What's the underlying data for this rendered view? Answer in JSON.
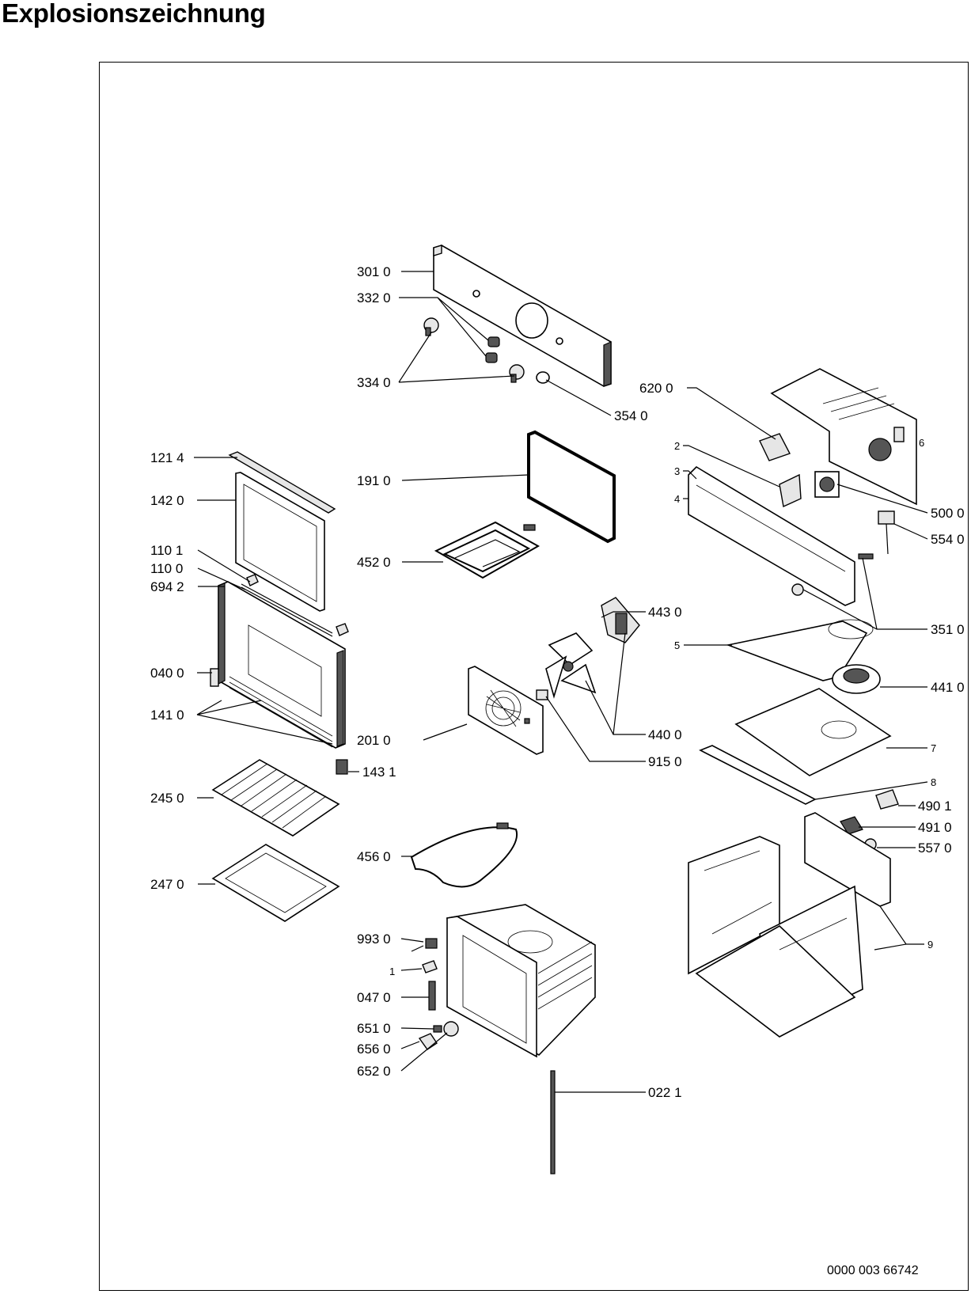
{
  "title": "Explosionszeichnung",
  "doc_number": "0000 003 66742",
  "labels": {
    "l3010": "301 0",
    "l3320": "332 0",
    "l3340": "334 0",
    "l3540": "354 0",
    "l6200": "620 0",
    "l6": "6",
    "l2": "2",
    "l3": "3",
    "l4": "4",
    "l5000": "500 0",
    "l5540": "554 0",
    "l1214": "121 4",
    "l1420": "142 0",
    "l1910": "191 0",
    "l1101": "110 1",
    "l1100": "110 0",
    "l6942": "694 2",
    "l4520": "452 0",
    "l4430": "443 0",
    "l3510": "351 0",
    "l5": "5",
    "l0400": "040 0",
    "l4410": "441 0",
    "l1410": "141 0",
    "l2010": "201 0",
    "l4400": "440 0",
    "l7": "7",
    "l9150": "915 0",
    "l1431": "143 1",
    "l8": "8",
    "l2450": "245 0",
    "l4901": "490 1",
    "l4910": "491 0",
    "l5570": "557 0",
    "l4560": "456 0",
    "l2470": "247 0",
    "l9930": "993 0",
    "l9": "9",
    "l1": "1",
    "l0470": "047 0",
    "l6510": "651 0",
    "l6560": "656 0",
    "l6520": "652 0",
    "l0221": "022 1"
  }
}
